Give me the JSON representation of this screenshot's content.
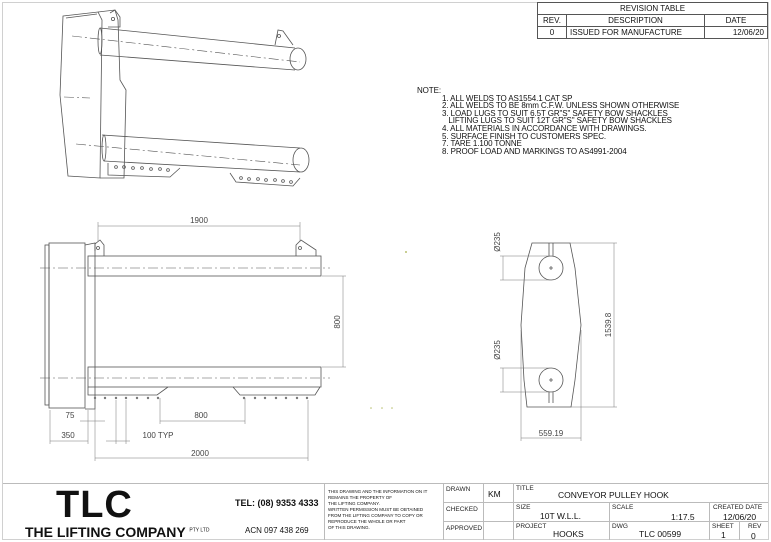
{
  "revision_table": {
    "title": "REVISION TABLE",
    "headers": [
      "REV.",
      "DESCRIPTION",
      "DATE"
    ],
    "rows": [
      {
        "rev": "0",
        "description": "ISSUED FOR MANUFACTURE",
        "date": "12/06/20"
      }
    ]
  },
  "notes": {
    "heading": "NOTE:",
    "items": [
      "1. ALL WELDS TO AS1554.1 CAT SP",
      "2. ALL WELDS TO BE 8mm C.F.W. UNLESS SHOWN OTHERWISE",
      "3. LOAD LUGS TO SUIT 6.5T GR\"S\" SAFETY BOW SHACKLES",
      "   LIFTING LUGS TO SUIT 12T GR\"S\" SAFETY BOW SHACKLES",
      "4. ALL MATERIALS IN ACCORDANCE WITH DRAWINGS.",
      "5. SURFACE FINISH TO CUSTOMERS SPEC.",
      "7. TARE 1.100 TONNE",
      "8. PROOF LOAD AND MARKINGS TO AS4991-2004"
    ]
  },
  "dimensions": {
    "side_view": {
      "lug_spacing": "1900",
      "tube_gap": "800",
      "pad_gap": "800",
      "edge_offset": "75",
      "plate_depth": "350",
      "hole_pitch": "100 TYP",
      "overall_length": "2000"
    },
    "end_view": {
      "top_tube_dia": "Ø235",
      "bottom_tube_dia": "Ø235",
      "height": "1539.8",
      "width": "559.19"
    }
  },
  "title_block": {
    "logo": "TLC",
    "company": "THE LIFTING COMPANY",
    "company_suffix": "PTY LTD",
    "tel": "TEL: (08) 9353 4333",
    "acn": "ACN 097 438 269",
    "disclaimer": [
      "THIS DRAWING AND THE INFORMATION ON IT",
      "REMAINS THE PROPERTY OF",
      "THE LIFTING COMPANY.",
      "WRITTEN PERMISSION MUST BE OBTAINED",
      "FROM THE LIFTING COMPANY TO COPY OR",
      "REPRODUCE THE WHOLE OR PART",
      "OF THIS DRAWING."
    ],
    "drawn_label": "DRAWN",
    "drawn_value": "KM",
    "checked_label": "CHECKED",
    "checked_value": "",
    "approved_label": "APPROVED",
    "approved_value": "",
    "title_label": "TITLE",
    "title_value": "CONVEYOR PULLEY HOOK",
    "size_label": "SIZE",
    "size_value": "10T W.L.L.",
    "project_label": "PROJECT",
    "project_value": "HOOKS",
    "scale_label": "SCALE",
    "scale_value": "1:17.5",
    "dwg_label": "DWG",
    "dwg_value": "TLC 00599",
    "created_label": "CREATED DATE",
    "created_value": "12/06/20",
    "sheet_label": "SHEET",
    "sheet_value": "1",
    "rev_label": "REV",
    "rev_value": "0"
  }
}
